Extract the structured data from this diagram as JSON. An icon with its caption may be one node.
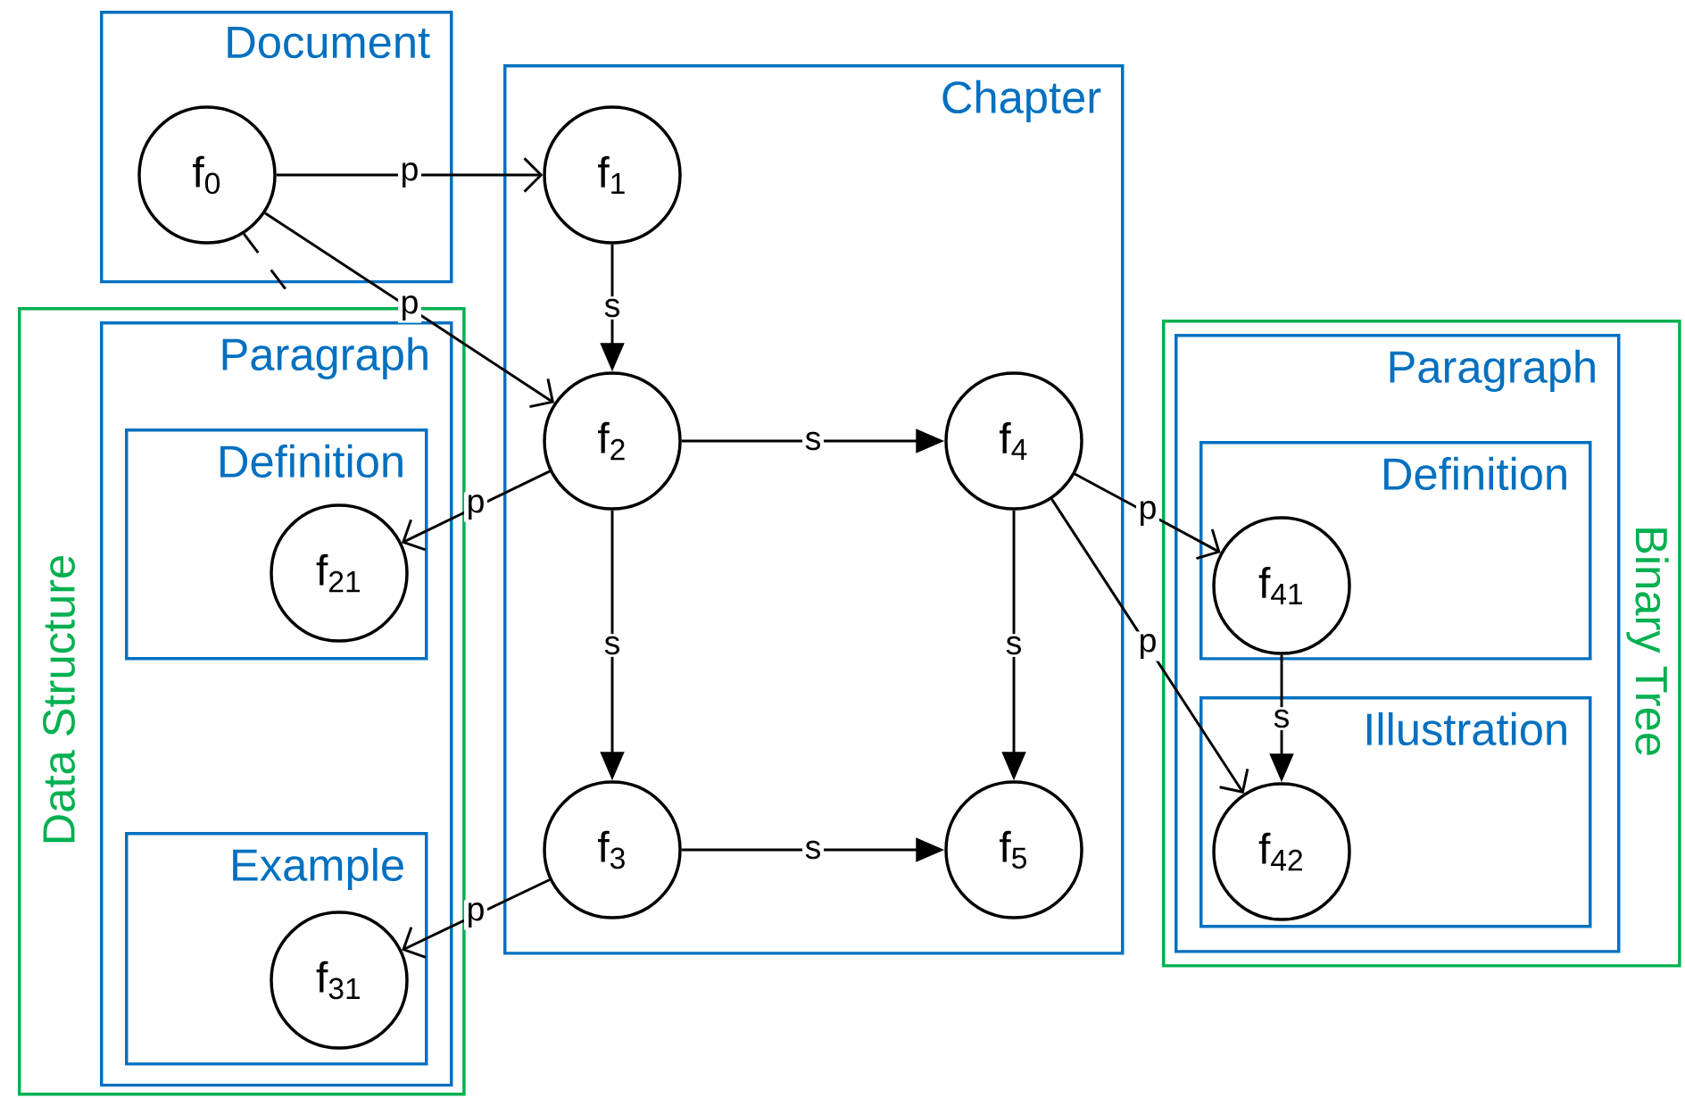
{
  "diagram": {
    "nodes": [
      {
        "text": [
          "Document"
        ]
      },
      {
        "text": [
          "f$_{0}$"
        ],
        "in": 0
      },
      {
        "text": [
          "Chapter"
        ]
      },
      {
        "text": [
          "f$_{1}$"
        ],
        "in": 2
      },
      {
        "text": [
          "f$_{2}$"
        ],
        "in": 2
      },
      {
        "text": [
          "f$_{4}$"
        ],
        "in": 2
      },
      {
        "text": [
          "f$_{3}$"
        ],
        "in": 2
      },
      {
        "text": [
          "f$_{5}$"
        ],
        "in": 2
      },
      {
        "text": [
          "Data Structure"
        ]
      },
      {
        "text": [
          "Paragraph"
        ],
        "in": 8
      },
      {
        "text": [
          "Definition"
        ],
        "in": 9
      },
      {
        "text": [
          "f$_{21}$"
        ],
        "in": 10
      },
      {
        "text": [
          "Example"
        ],
        "in": 9
      },
      {
        "text": [
          "f$_{31}$"
        ],
        "in": 12
      },
      {
        "text": [
          "Binary Tree"
        ]
      },
      {
        "text": [
          "Paragraph"
        ],
        "in": 14
      },
      {
        "text": [
          "Definition"
        ],
        "in": 15
      },
      {
        "text": [
          "f$_{41}$"
        ],
        "in": 16
      },
      {
        "text": [
          "Illustration"
        ],
        "in": 15
      },
      {
        "text": [
          "f$_{42}$"
        ],
        "in": 18
      }
    ],
    "edges": [
      {
        "from": 1,
        "to": 3,
        "arrow": "to",
        "label": "p"
      },
      {
        "from": 1,
        "to": 4,
        "arrow": "to",
        "label": "p"
      },
      {
        "from": 1,
        "to": null,
        "arrow": "none",
        "style": "dashed"
      },
      {
        "from": 3,
        "to": 4,
        "arrow": "to",
        "label": "s"
      },
      {
        "from": 4,
        "to": 5,
        "arrow": "to",
        "label": "s"
      },
      {
        "from": 4,
        "to": 11,
        "arrow": "to",
        "label": "p"
      },
      {
        "from": 4,
        "to": 6,
        "arrow": "to",
        "label": "s"
      },
      {
        "from": 5,
        "to": 7,
        "arrow": "to",
        "label": "s"
      },
      {
        "from": 5,
        "to": 17,
        "arrow": "to",
        "label": "p"
      },
      {
        "from": 5,
        "to": 19,
        "arrow": "to",
        "label": "p"
      },
      {
        "from": 17,
        "to": 19,
        "arrow": "to",
        "label": "s"
      },
      {
        "from": 6,
        "to": 7,
        "arrow": "to",
        "label": "s"
      },
      {
        "from": 6,
        "to": 13,
        "arrow": "to",
        "label": "p"
      }
    ]
  }
}
